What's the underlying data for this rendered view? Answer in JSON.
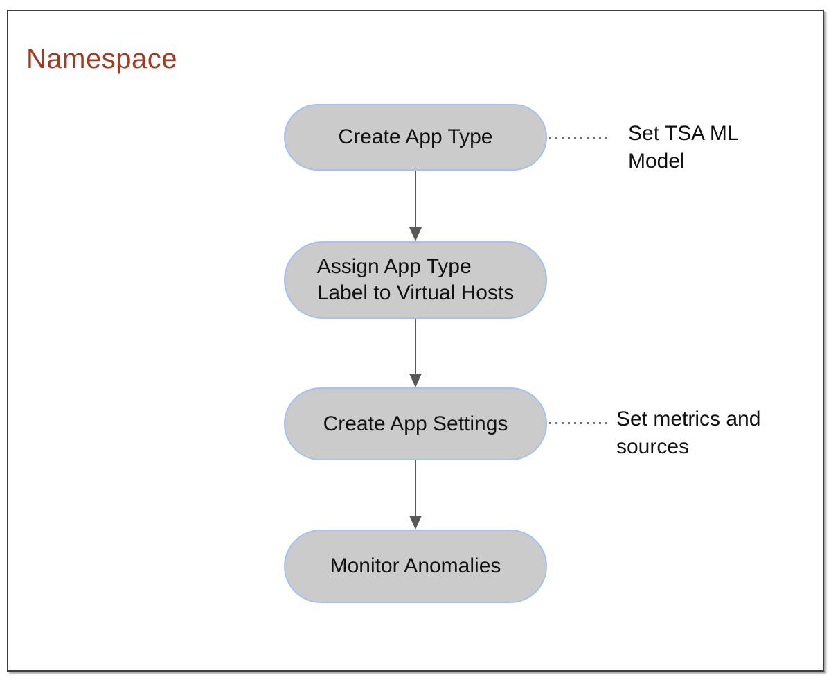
{
  "page": {
    "title": "Namespace"
  },
  "colors": {
    "title_text": "#A53A21",
    "node_fill": "#CBCBCB",
    "node_border": "#A6C1F0",
    "arrow": "#595959",
    "connector_dots": "#6E6E6E",
    "outer_border": "#3D3D3D",
    "body_text": "#111111"
  },
  "flowchart": {
    "nodes": [
      {
        "id": "create-app-type",
        "lines": [
          "Create App Type"
        ]
      },
      {
        "id": "assign-app-type-label",
        "lines": [
          "Assign App Type",
          "Label to Virtual Hosts"
        ]
      },
      {
        "id": "create-app-settings",
        "lines": [
          "Create App Settings"
        ]
      },
      {
        "id": "monitor-anomalies",
        "lines": [
          "Monitor Anomalies"
        ]
      }
    ],
    "connections": [
      {
        "from": "create-app-type",
        "to": "assign-app-type-label"
      },
      {
        "from": "assign-app-type-label",
        "to": "create-app-settings"
      },
      {
        "from": "create-app-settings",
        "to": "monitor-anomalies"
      }
    ],
    "annotations": [
      {
        "target": "create-app-type",
        "lines": [
          "Set TSA ML",
          "Model"
        ]
      },
      {
        "target": "create-app-settings",
        "lines": [
          "Set metrics and",
          "sources"
        ]
      }
    ]
  }
}
